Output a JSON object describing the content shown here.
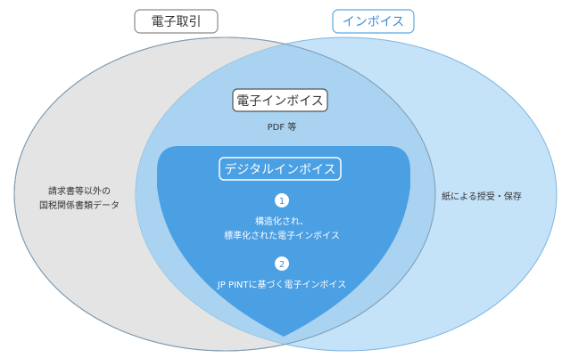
{
  "left_set": {
    "title": "電子取引",
    "desc_line1": "請求書等以外の",
    "desc_line2": "国税関係書類データ"
  },
  "right_set": {
    "title": "インボイス",
    "desc": "紙による授受・保存"
  },
  "intersection": {
    "title": "電子インボイス",
    "subtitle": "PDF 等"
  },
  "digital": {
    "title": "デジタルインボイス",
    "items": [
      {
        "num": "1",
        "line1": "構造化され、",
        "line2": "標準化された電子インボイス"
      },
      {
        "num": "2",
        "line1": "JP PINTに基づく電子インボイス"
      }
    ]
  },
  "colors": {
    "left_fill": "#e4e4e4",
    "right_fill": "#c4e2f8",
    "overlap_fill": "#a9d3f0",
    "digital_fill": "#4b9fe3",
    "accent_text": "#3c8ed6"
  }
}
